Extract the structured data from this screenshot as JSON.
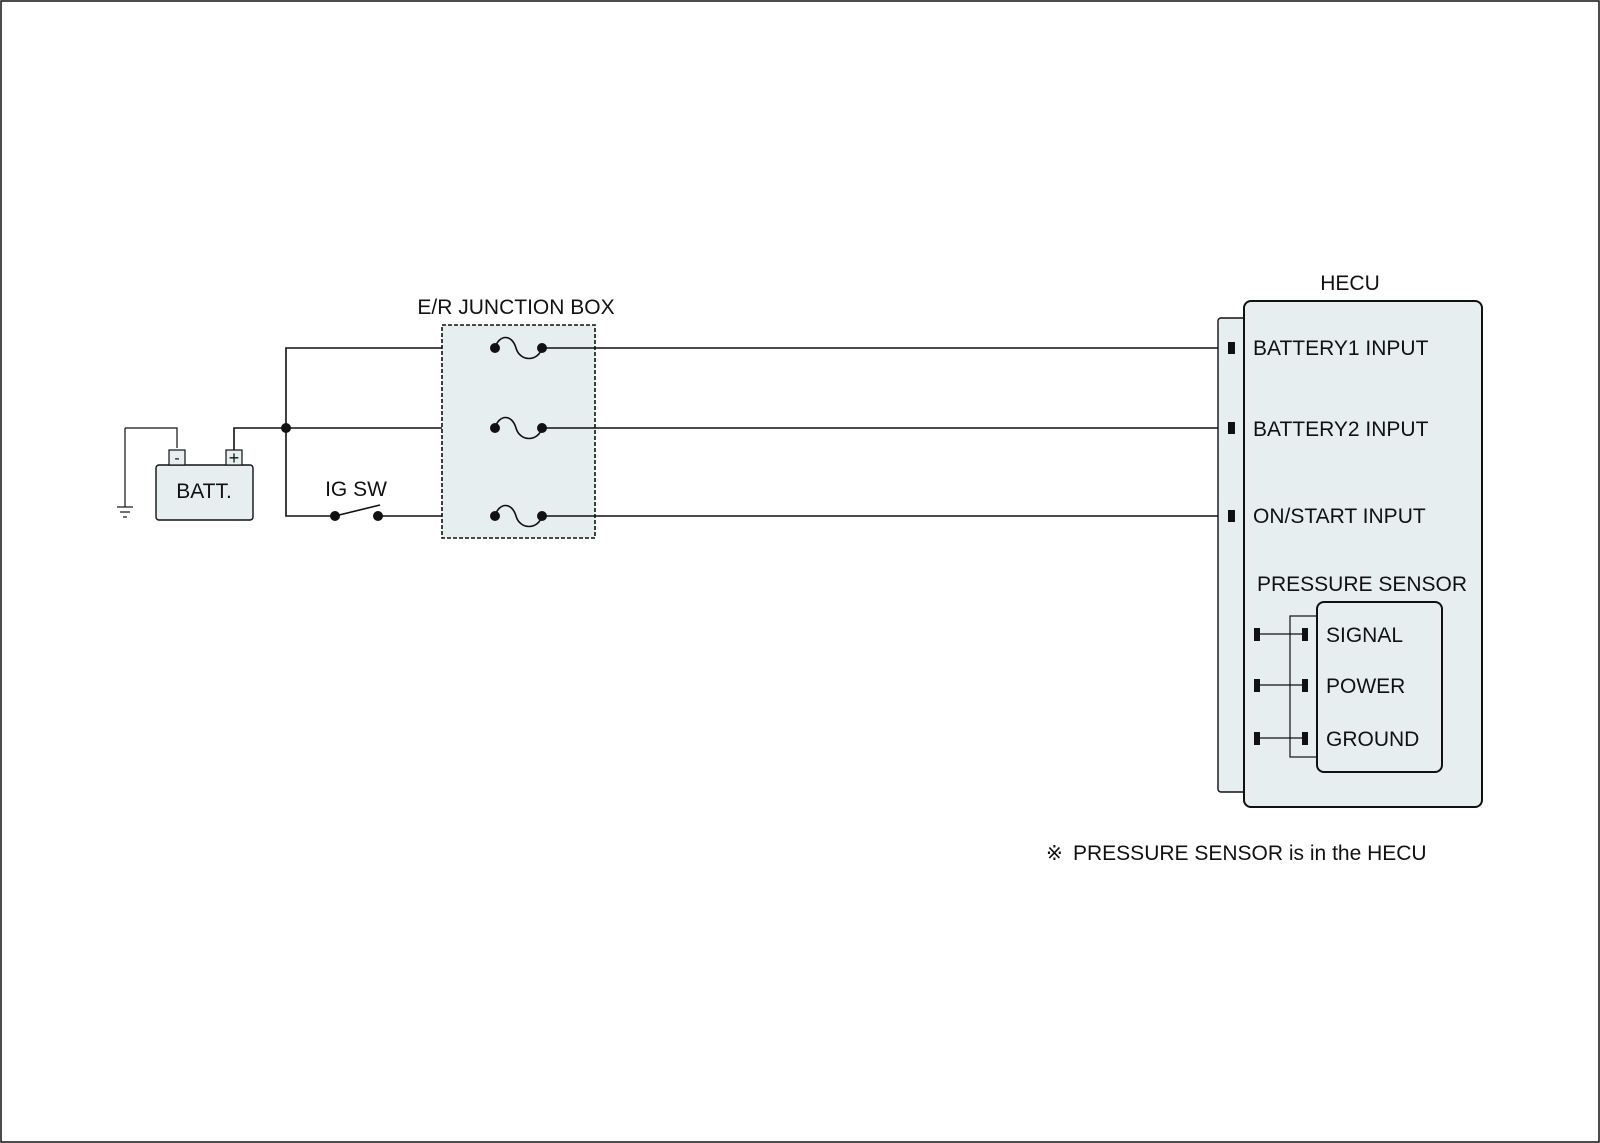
{
  "colors": {
    "ink": "#111111",
    "box_fill": "#e7eef0",
    "background": "#ffffff"
  },
  "battery": {
    "label": "BATT.",
    "neg_symbol": "-",
    "pos_symbol": "+"
  },
  "ignition_switch": {
    "label": "IG SW"
  },
  "junction_box": {
    "label": "E/R JUNCTION BOX"
  },
  "hecu": {
    "title": "HECU",
    "inputs": [
      "BATTERY1 INPUT",
      "BATTERY2 INPUT",
      "ON/START INPUT"
    ],
    "pressure_sensor": {
      "title": "PRESSURE SENSOR",
      "pins": [
        "SIGNAL",
        "POWER",
        "GROUND"
      ]
    }
  },
  "note": {
    "symbol": "※",
    "text": "PRESSURE SENSOR is in the HECU"
  }
}
